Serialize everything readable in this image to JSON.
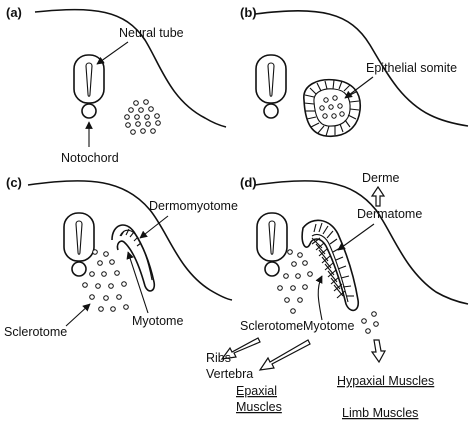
{
  "panels": {
    "a": {
      "tag": "(a)",
      "neural_tube": "Neural tube",
      "notochord": "Notochord"
    },
    "b": {
      "tag": "(b)",
      "epithelial_somite": "Epithelial somite"
    },
    "c": {
      "tag": "(c)",
      "dermomyotome": "Dermomyotome",
      "sclerotome": "Sclerotome",
      "myotome": "Myotome"
    },
    "d": {
      "tag": "(d)",
      "derme": "Derme",
      "dermatome": "Dermatome",
      "sclerotome": "Sclerotome",
      "myotome": "Myotome",
      "ribs": "Ribs",
      "vertebra": "Vertebra",
      "epaxial_1": "Epaxial",
      "epaxial_2": "Muscles",
      "hypaxial": "Hypaxial Muscles",
      "limb": "Limb Muscles"
    }
  }
}
